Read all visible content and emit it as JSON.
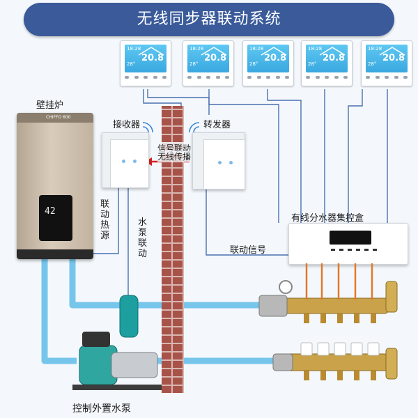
{
  "title": "无线同步器联动系统",
  "labels": {
    "boiler": "壁挂炉",
    "receiver": "接收器",
    "repeater": "转发器",
    "signal_link": "信号联动",
    "wireless": "无线传播",
    "heat_source": "联动热源",
    "pump_link": "水泵联动",
    "collector_box": "有线分水器集控盒",
    "link_signal": "联动信号",
    "pump": "控制外置水泵"
  },
  "thermostat": {
    "time": "18:28",
    "temp": "20.8",
    "set": "28°"
  },
  "boiler_display": "42",
  "boiler_brand": "CHIFFO 600",
  "colors": {
    "banner": "#3a5a9a",
    "pipe": "#76c6ec",
    "wire": "#4a6fb0",
    "signal_arrow": "#d62020",
    "wall": "#a8534a",
    "thermostat_screen": "#4bb8ea"
  }
}
